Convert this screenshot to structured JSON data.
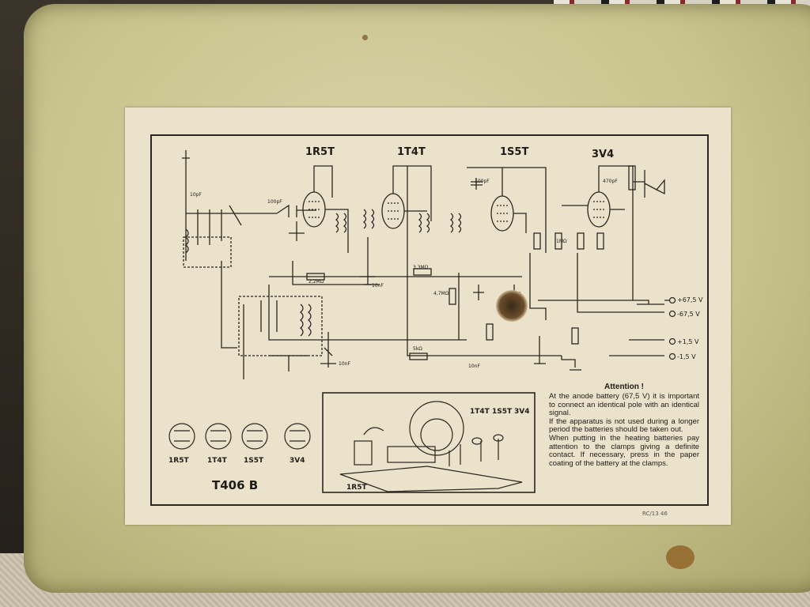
{
  "tubes": [
    {
      "id": "1r5t",
      "label": "1R5T"
    },
    {
      "id": "1t4t",
      "label": "1T4T"
    },
    {
      "id": "1s5t",
      "label": "1S5T"
    },
    {
      "id": "3v4",
      "label": "3V4"
    }
  ],
  "socket_labels": [
    "1R5T",
    "1T4T",
    "1S5T",
    "3V4"
  ],
  "layout_labels": [
    "1T4T",
    "1S5T",
    "3V4",
    "1R5T"
  ],
  "model": "T406 B",
  "attention": {
    "title": "Attention !",
    "text": "At the anode battery (67,5 V) it is important to connect an identical pole with an identical signal.\nIf the apparatus is not used during a longer period the batteries should be taken out.\nWhen putting in the heating batteries pay attention to the clamps giving a definite contact. If necessary, press in the paper coating of the battery at the clamps."
  },
  "battery_terminals": [
    "+67,5 V",
    "-67,5 V",
    "+1,5 V",
    "-1,5 V"
  ],
  "component_values": [
    "10pF",
    "100pF",
    "100pF",
    "470pF",
    "10nF",
    "10nF",
    "3,3MΩ",
    "2,2MΩ",
    "4,7MΩ",
    "5kΩ",
    "1MΩ",
    "10nF"
  ],
  "print_code": "RC/13 46",
  "colors": {
    "label": "#ebe2cc",
    "ink": "#1f1b16",
    "case": "#c8c48e"
  }
}
